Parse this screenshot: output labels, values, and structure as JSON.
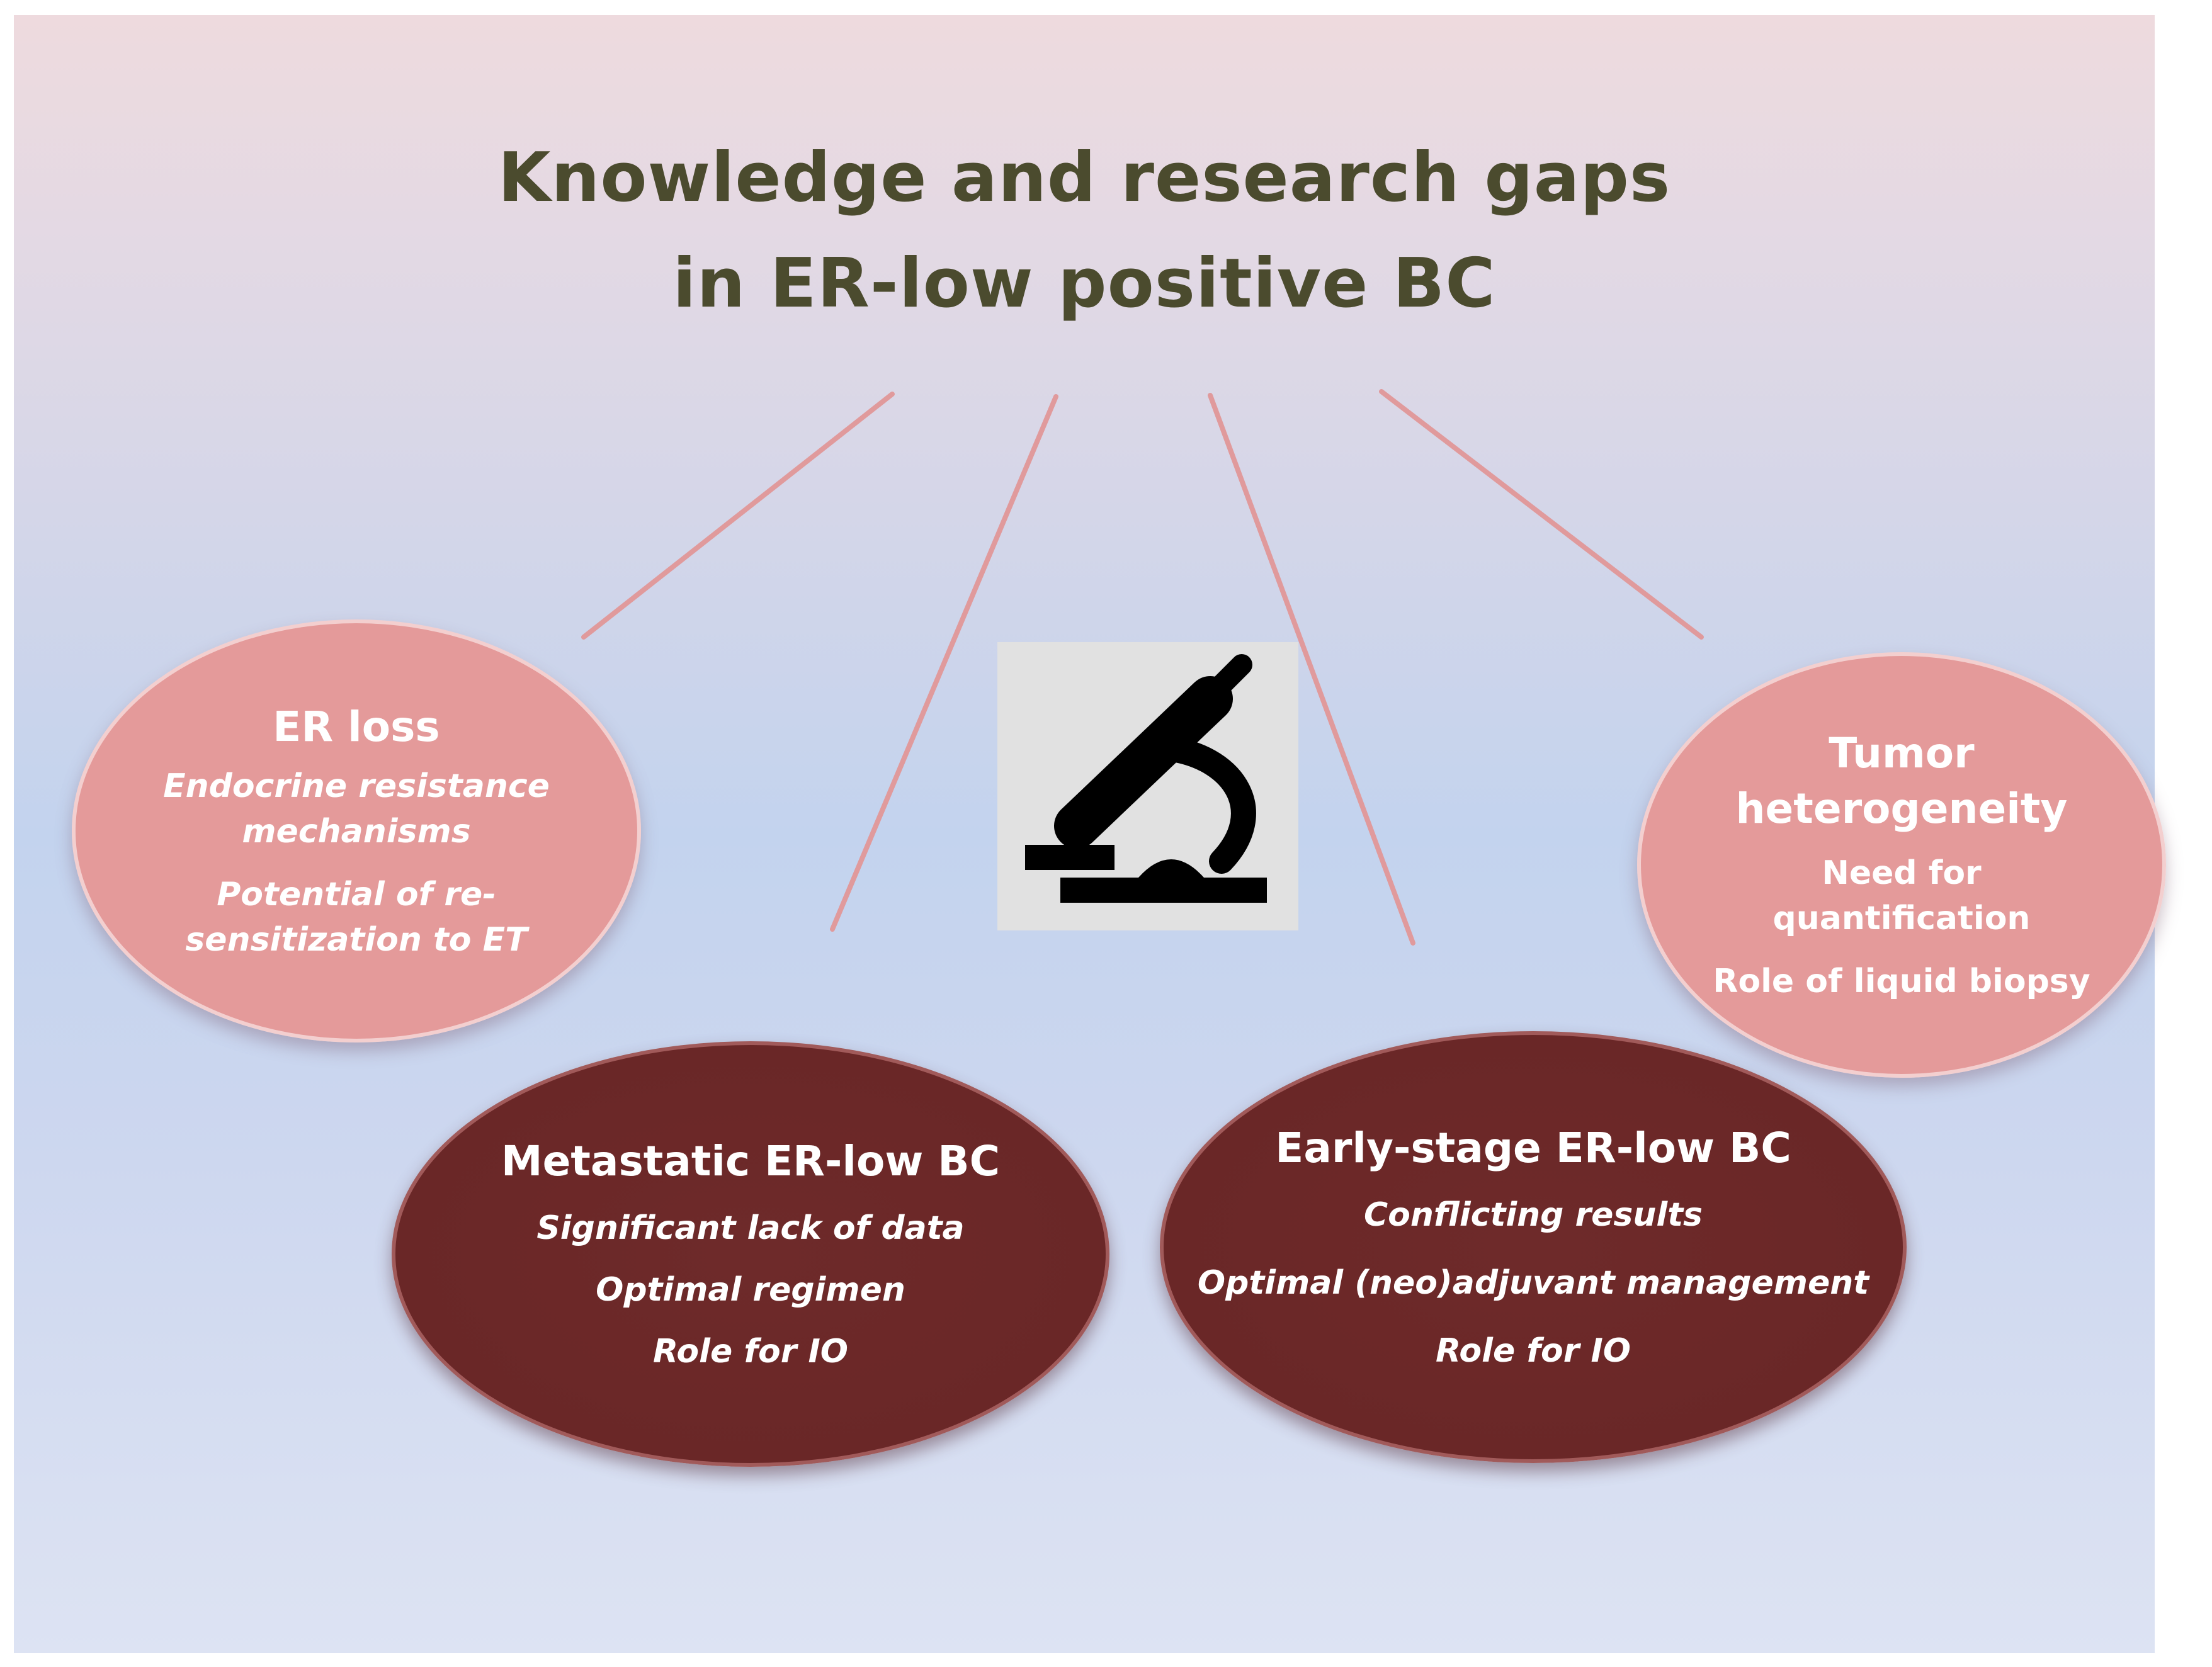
{
  "title": {
    "line1": "Knowledge and research gaps",
    "line2": "in ER-low positive BC"
  },
  "nodes": {
    "er_loss": {
      "title": "ER loss",
      "items": [
        "Endocrine resistance",
        "mechanisms",
        "Potential of re-",
        "sensitization to ET"
      ]
    },
    "metastatic": {
      "title": "Metastatic ER-low BC",
      "items": [
        "Significant lack of data",
        "Optimal regimen",
        "Role for IO"
      ]
    },
    "early_stage": {
      "title": "Early-stage ER-low BC",
      "items": [
        "Conflicting results",
        "Optimal (neo)adjuvant management",
        "Role for IO"
      ]
    },
    "heterogeneity": {
      "title_line1": "Tumor",
      "title_line2": "heterogeneity",
      "items": [
        "Need for",
        "quantification",
        "Role of liquid biopsy"
      ]
    }
  },
  "icon": "microscope-icon",
  "colors": {
    "title_text": "#4b4b2e",
    "light_node": "#e49a9a",
    "dark_node": "#6a2727",
    "connector": "#e09a9c",
    "icon_background": "#e1e1e1"
  }
}
